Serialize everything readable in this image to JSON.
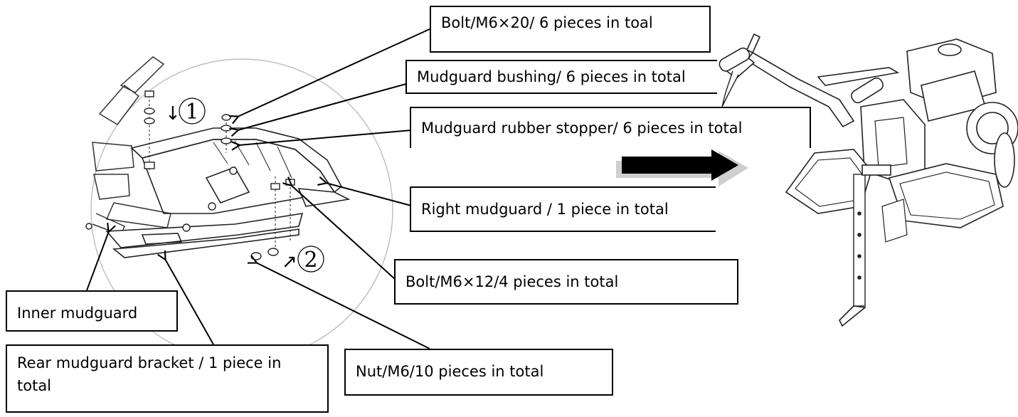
{
  "callouts": {
    "bolt_m6x20": "Bolt/M6×20/ 6 pieces in toal",
    "mudguard_bushing": "Mudguard bushing/ 6 pieces in total",
    "rubber_stopper": "Mudguard rubber stopper/ 6 pieces in total",
    "right_mudguard": "Right mudguard / 1 piece in total",
    "bolt_m6x12": "Bolt/M6×12/4 pieces in total",
    "nut_m6": "Nut/M6/10 pieces in total",
    "inner_mudguard": "Inner mudguard",
    "rear_bracket": "Rear mudguard bracket / 1 piece in total"
  },
  "steps": {
    "step1_number": "1",
    "step1_arrow": "↓",
    "step2_number": "2",
    "step2_arrow": "↗"
  },
  "icons": {
    "direction_arrow": "right-arrow-icon",
    "machine": "tiller-illustration"
  }
}
